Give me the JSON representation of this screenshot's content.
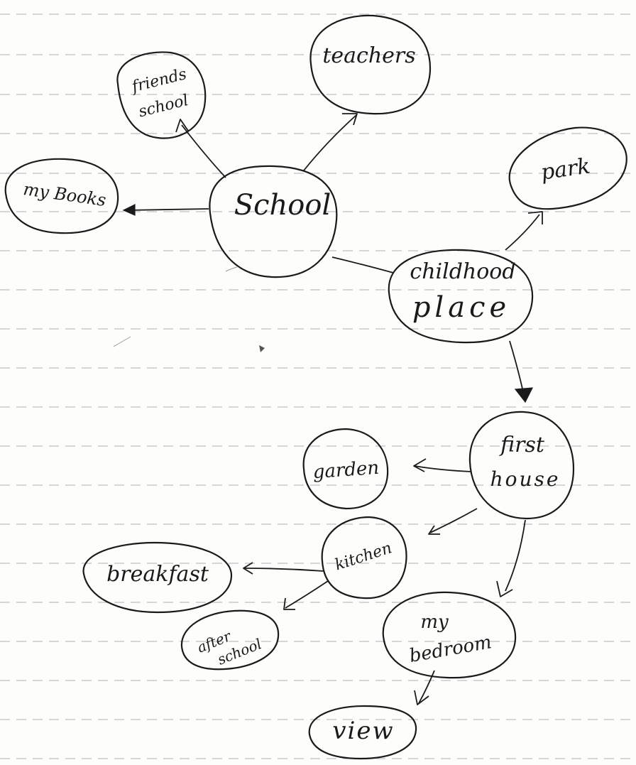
{
  "mind_map": {
    "nodes": {
      "school": "School",
      "friends_school_line1": "friends",
      "friends_school_line2": "school",
      "teachers": "teachers",
      "my_books": "my Books",
      "childhood_place_line1": "childhood",
      "childhood_place_line2": "place",
      "park": "park",
      "first_house_line1": "first",
      "first_house_line2": "house",
      "garden": "garden",
      "kitchen": "kitchen",
      "breakfast": "breakfast",
      "after_school_line1": "after",
      "after_school_line2": "school",
      "my_bedroom_line1": "my",
      "my_bedroom_line2": "bedroom",
      "view": "view"
    },
    "edges": [
      [
        "School",
        "friends school"
      ],
      [
        "School",
        "teachers"
      ],
      [
        "School",
        "my Books"
      ],
      [
        "School",
        "childhood place"
      ],
      [
        "childhood place",
        "park"
      ],
      [
        "childhood place",
        "first house"
      ],
      [
        "first house",
        "garden"
      ],
      [
        "first house",
        "kitchen"
      ],
      [
        "first house",
        "my bedroom"
      ],
      [
        "kitchen",
        "breakfast"
      ],
      [
        "kitchen",
        "after school"
      ],
      [
        "my bedroom",
        "view"
      ]
    ]
  }
}
